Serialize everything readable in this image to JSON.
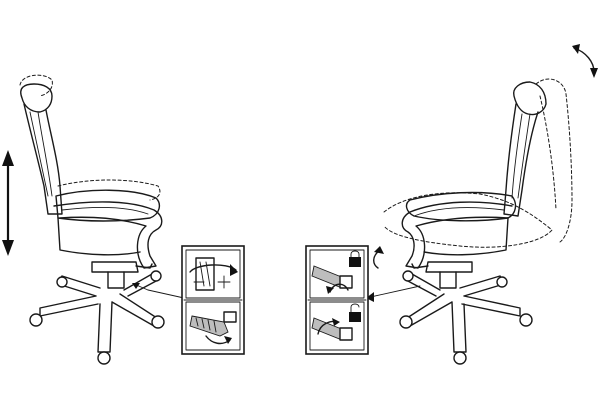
{
  "diagram": {
    "line_color": "#1a1a1a",
    "background": "#ffffff",
    "left_view": {
      "adjustments": [
        "seat-height",
        "seat-height-lever",
        "tension-knob"
      ]
    },
    "right_view": {
      "adjustments": [
        "backrest-tilt",
        "tilt-lock-lever"
      ],
      "lock_states": [
        "locked",
        "unlocked"
      ]
    }
  }
}
